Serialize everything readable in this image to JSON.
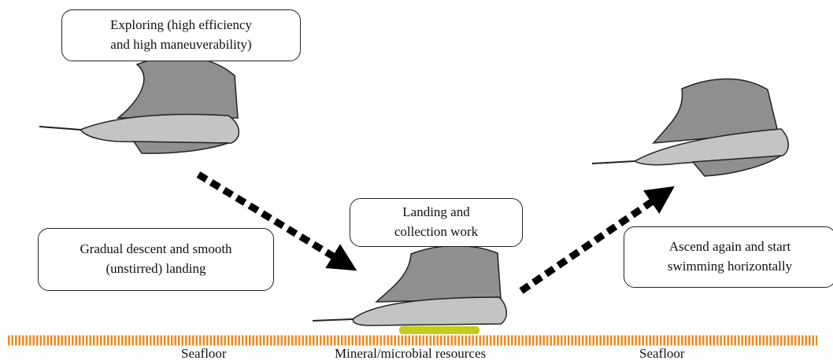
{
  "captions": {
    "exploring": "Exploring (high efficiency\nand high maneuverability)",
    "descent": "Gradual descent and smooth\n(unstirred) landing",
    "landing": "Landing and\ncollection work",
    "ascend": "Ascend again and start\nswimming horizontally"
  },
  "ground_labels": {
    "seafloor_left": "Seafloor",
    "resources": "Mineral/microbial resources",
    "seafloor_right": "Seafloor"
  },
  "colors": {
    "fin_dark": "#8f8f8f",
    "body_light": "#c4c4c4",
    "outline": "#222222",
    "seafloor": "#f08a1e",
    "resource_patch": "#c2cc1a",
    "arrow": "#000000"
  }
}
